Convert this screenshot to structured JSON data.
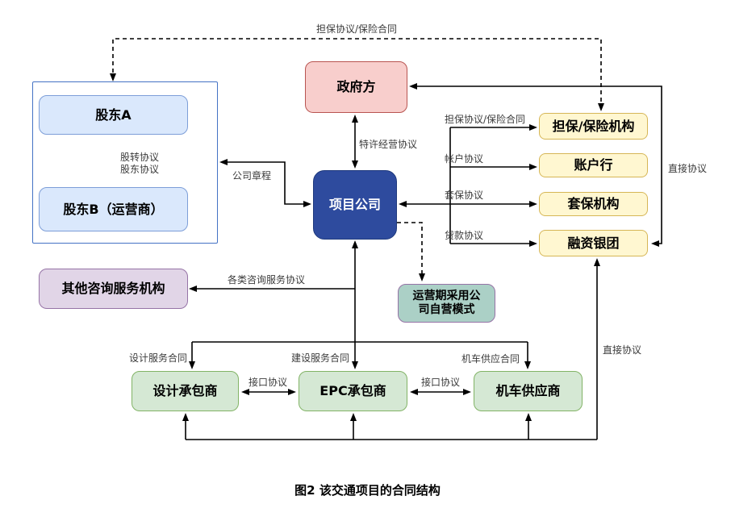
{
  "figure": {
    "caption": "图2 该交通项目的合同结构"
  },
  "nodes": {
    "shareholder_a": "股东A",
    "shareholder_b": "股东B（运营商）",
    "government": "政府方",
    "project_company": "项目公司",
    "guarantee_insurance_org": "担保/保险机构",
    "account_bank": "账户行",
    "hedging_org": "套保机构",
    "financing_syndicate": "融资银团",
    "other_consulting": "其他咨询服务机构",
    "self_operation_note": "运营期采用公\n司自营模式",
    "design_contractor": "设计承包商",
    "epc_contractor": "EPC承包商",
    "vehicle_supplier": "机车供应商"
  },
  "edge_labels": {
    "guarantee_insurance_top": "担保协议/保险合同",
    "share_transfer": "股转协议",
    "shareholder_agreement": "股东协议",
    "company_charter": "公司章程",
    "concession": "特许经营协议",
    "guarantee_insurance_right": "担保协议/保险合同",
    "account": "帐户协议",
    "hedge": "套保协议",
    "loan": "贷款协议",
    "direct_upper": "直接协议",
    "direct_lower": "直接协议",
    "consulting_services": "各类咨询服务协议",
    "design_service": "设计服务合同",
    "construction_service": "建设服务合同",
    "vehicle_supply": "机车供应合同",
    "interface_left": "接口协议",
    "interface_right": "接口协议"
  },
  "colors": {
    "line": "#000000",
    "government_fill": "#f8cecc",
    "government_border": "#b85450",
    "project_company_fill": "#2e4b9e",
    "project_company_text": "#ffffff",
    "bank_fill": "#fff7d1",
    "bank_border": "#d6b656",
    "contractor_fill": "#d5e8d4",
    "contractor_border": "#82b366",
    "shareholder_fill": "#dae8fc",
    "shareholder_border": "#7d9ed8",
    "shareholder_container_border": "#4472c4",
    "consulting_fill": "#e1d5e7",
    "consulting_border": "#9673a6",
    "self_operation_fill": "#abd0c6",
    "self_operation_border": "#9673a6",
    "edge_label_text": "#3b3b3b"
  }
}
